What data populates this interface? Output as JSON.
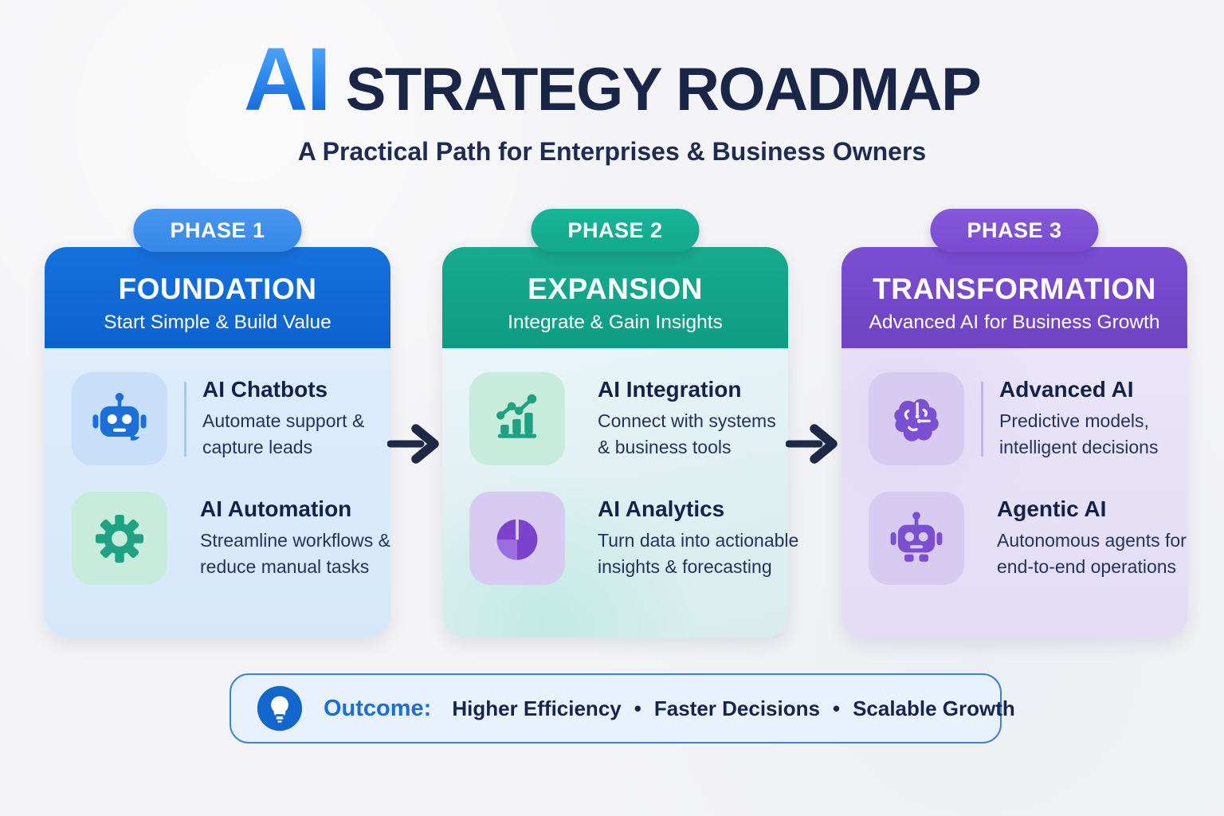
{
  "header": {
    "title_accent": "AI",
    "title_main": "STRATEGY ROADMAP",
    "subtitle": "A Practical Path for Enterprises & Business Owners"
  },
  "phases": [
    {
      "badge": "PHASE 1",
      "name": "FOUNDATION",
      "tagline": "Start Simple & Build Value",
      "colors": {
        "header": "#0f68d4",
        "badge": "#3f90ee",
        "body": "#dceafb",
        "divider": "#a9c9f0"
      },
      "items": [
        {
          "icon": "chatbot-robot-icon",
          "tile_color": "#c9def8",
          "icon_color": "#1b6fd8",
          "title": "AI Chatbots",
          "desc_line1": "Automate support &",
          "desc_line2": "capture leads"
        },
        {
          "icon": "gear-icon",
          "tile_color": "#c7ecdc",
          "icon_color": "#1fa183",
          "title": "AI Automation",
          "desc_line1": "Streamline workflows &",
          "desc_line2": "reduce manual tasks"
        }
      ]
    },
    {
      "badge": "PHASE 2",
      "name": "EXPANSION",
      "tagline": "Integrate & Gain Insights",
      "colors": {
        "header": "#14a78b",
        "badge": "#16b095",
        "body": "#e4f1f3",
        "divider": "#8fd8c6"
      },
      "items": [
        {
          "icon": "growth-chart-icon",
          "tile_color": "#c7ecdc",
          "icon_color": "#1fa183",
          "title": "AI Integration",
          "desc_line1": "Connect with systems",
          "desc_line2": "& business tools"
        },
        {
          "icon": "pie-chart-icon",
          "tile_color": "#d8cbf2",
          "icon_color": "#7a42cd",
          "title": "AI Analytics",
          "desc_line1": "Turn data into actionable",
          "desc_line2": "insights & forecasting"
        }
      ]
    },
    {
      "badge": "PHASE 3",
      "name": "TRANSFORMATION",
      "tagline": "Advanced AI for Business Growth",
      "colors": {
        "header": "#7448c9",
        "badge": "#7d51d6",
        "body": "#e9e4f8",
        "divider": "#c5b3ec"
      },
      "items": [
        {
          "icon": "brain-icon",
          "tile_color": "#d8cbf2",
          "icon_color": "#7a4fd2",
          "title": "Advanced AI",
          "desc_line1": "Predictive models,",
          "desc_line2": "intelligent decisions"
        },
        {
          "icon": "agent-robot-icon",
          "tile_color": "#d8cbf2",
          "icon_color": "#7a4fd2",
          "title": "Agentic AI",
          "desc_line1": "Autonomous agents for",
          "desc_line2": "end-to-end operations"
        }
      ]
    }
  ],
  "arrows": {
    "color": "#1d2946",
    "count": 2
  },
  "outcome": {
    "icon": "lightbulb-icon",
    "icon_color": "#1266cc",
    "label": "Outcome:",
    "items": [
      "Higher Efficiency",
      "Faster Decisions",
      "Scalable Growth"
    ],
    "separator": "•",
    "border_color": "#3b82dd",
    "background": "#e9f1fd"
  }
}
